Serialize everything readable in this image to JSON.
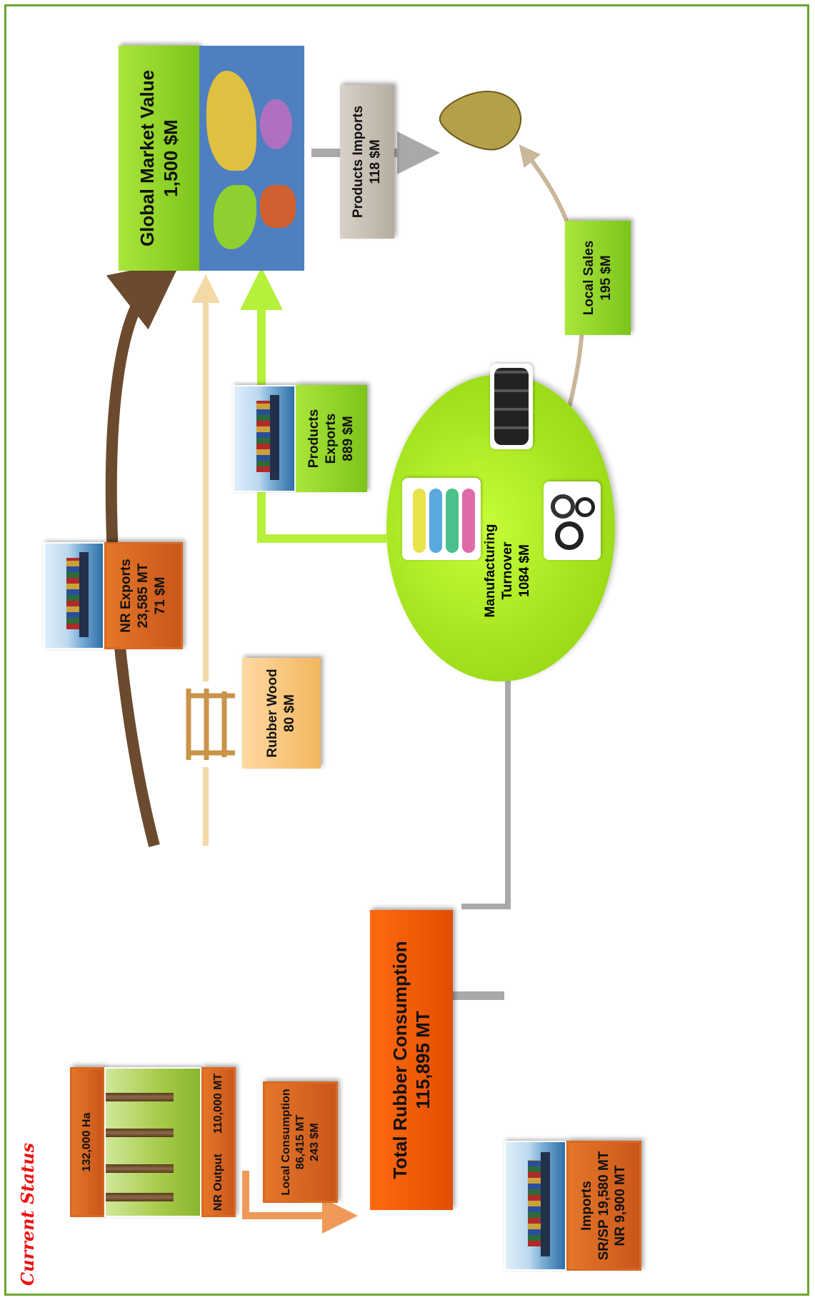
{
  "title": "Current Status",
  "land": {
    "area": "132,000 Ha",
    "output_label": "NR Output",
    "output_value": "110,000 MT"
  },
  "local_consumption": {
    "label": "Local Consumption",
    "volume": "86,415 MT",
    "value": "243 $M"
  },
  "total_consumption": {
    "label": "Total Rubber Consumption",
    "value": "115,895 MT"
  },
  "imports": {
    "label": "Imports",
    "line1": "SR/SP 19,580 MT",
    "line2": "NR 9,900 MT"
  },
  "rubber_wood": {
    "label": "Rubber Wood",
    "value": "80 $M"
  },
  "nr_exports": {
    "label": "NR Exports",
    "volume": "23,585 MT",
    "value": "71 $M"
  },
  "manufacturing": {
    "label1": "Manufacturing",
    "label2": "Turnover",
    "value": "1084 $M"
  },
  "products_exports": {
    "label1": "Products",
    "label2": "Exports",
    "value": "889 $M"
  },
  "global_market": {
    "label": "Global Market Value",
    "value": "1,500 $M"
  },
  "products_imports": {
    "label": "Products Imports",
    "value": "118 $M"
  },
  "local_sales": {
    "label": "Local Sales",
    "value": "195 $M"
  },
  "colors": {
    "frame": "#6aa52a",
    "orange": "#d9651f",
    "green": "#8fd010",
    "title": "#ee1111"
  }
}
